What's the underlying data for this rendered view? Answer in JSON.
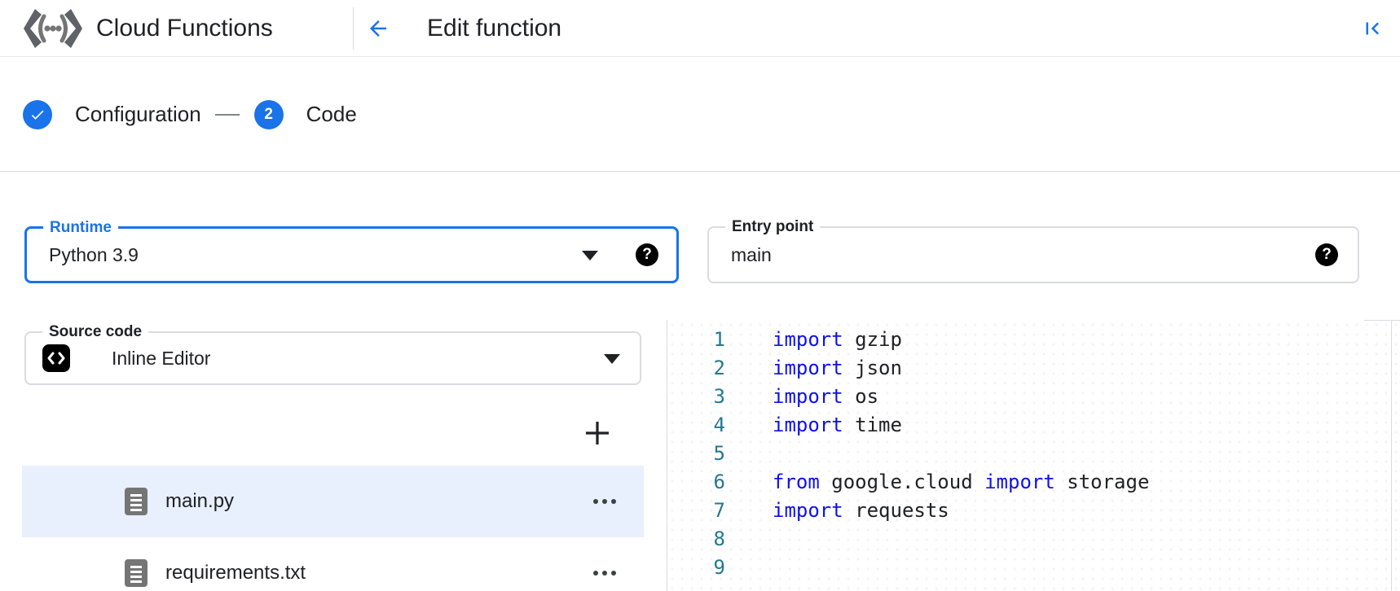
{
  "colors": {
    "accent": "#1a73e8",
    "text": "#202124",
    "keyword": "#0f10f0",
    "line-number": "#237893",
    "selection": "#e8f0fe"
  },
  "header": {
    "product": "Cloud Functions",
    "page_title": "Edit function"
  },
  "stepper": {
    "steps": [
      {
        "label": "Configuration",
        "state": "complete"
      },
      {
        "label": "Code",
        "number": "2",
        "state": "current"
      }
    ]
  },
  "icons": {
    "help": "?"
  },
  "form": {
    "runtime": {
      "label": "Runtime",
      "value": "Python 3.9"
    },
    "entry_point": {
      "label": "Entry point",
      "value": "main"
    },
    "source_code": {
      "label": "Source code",
      "value": "Inline Editor"
    }
  },
  "files": [
    {
      "name": "main.py",
      "selected": true
    },
    {
      "name": "requirements.txt",
      "selected": false
    }
  ],
  "editor": {
    "lines": [
      {
        "no": "1",
        "tokens": [
          {
            "t": "kw",
            "v": "import"
          },
          {
            "t": "pl",
            "v": " gzip"
          }
        ]
      },
      {
        "no": "2",
        "tokens": [
          {
            "t": "kw",
            "v": "import"
          },
          {
            "t": "pl",
            "v": " json"
          }
        ]
      },
      {
        "no": "3",
        "tokens": [
          {
            "t": "kw",
            "v": "import"
          },
          {
            "t": "pl",
            "v": " os"
          }
        ]
      },
      {
        "no": "4",
        "tokens": [
          {
            "t": "kw",
            "v": "import"
          },
          {
            "t": "pl",
            "v": " time"
          }
        ]
      },
      {
        "no": "5",
        "tokens": []
      },
      {
        "no": "6",
        "tokens": [
          {
            "t": "kw",
            "v": "from"
          },
          {
            "t": "pl",
            "v": " google.cloud "
          },
          {
            "t": "kw",
            "v": "import"
          },
          {
            "t": "pl",
            "v": " storage"
          }
        ]
      },
      {
        "no": "7",
        "tokens": [
          {
            "t": "kw",
            "v": "import"
          },
          {
            "t": "pl",
            "v": " requests"
          }
        ]
      },
      {
        "no": "8",
        "tokens": []
      },
      {
        "no": "9",
        "tokens": []
      }
    ]
  }
}
